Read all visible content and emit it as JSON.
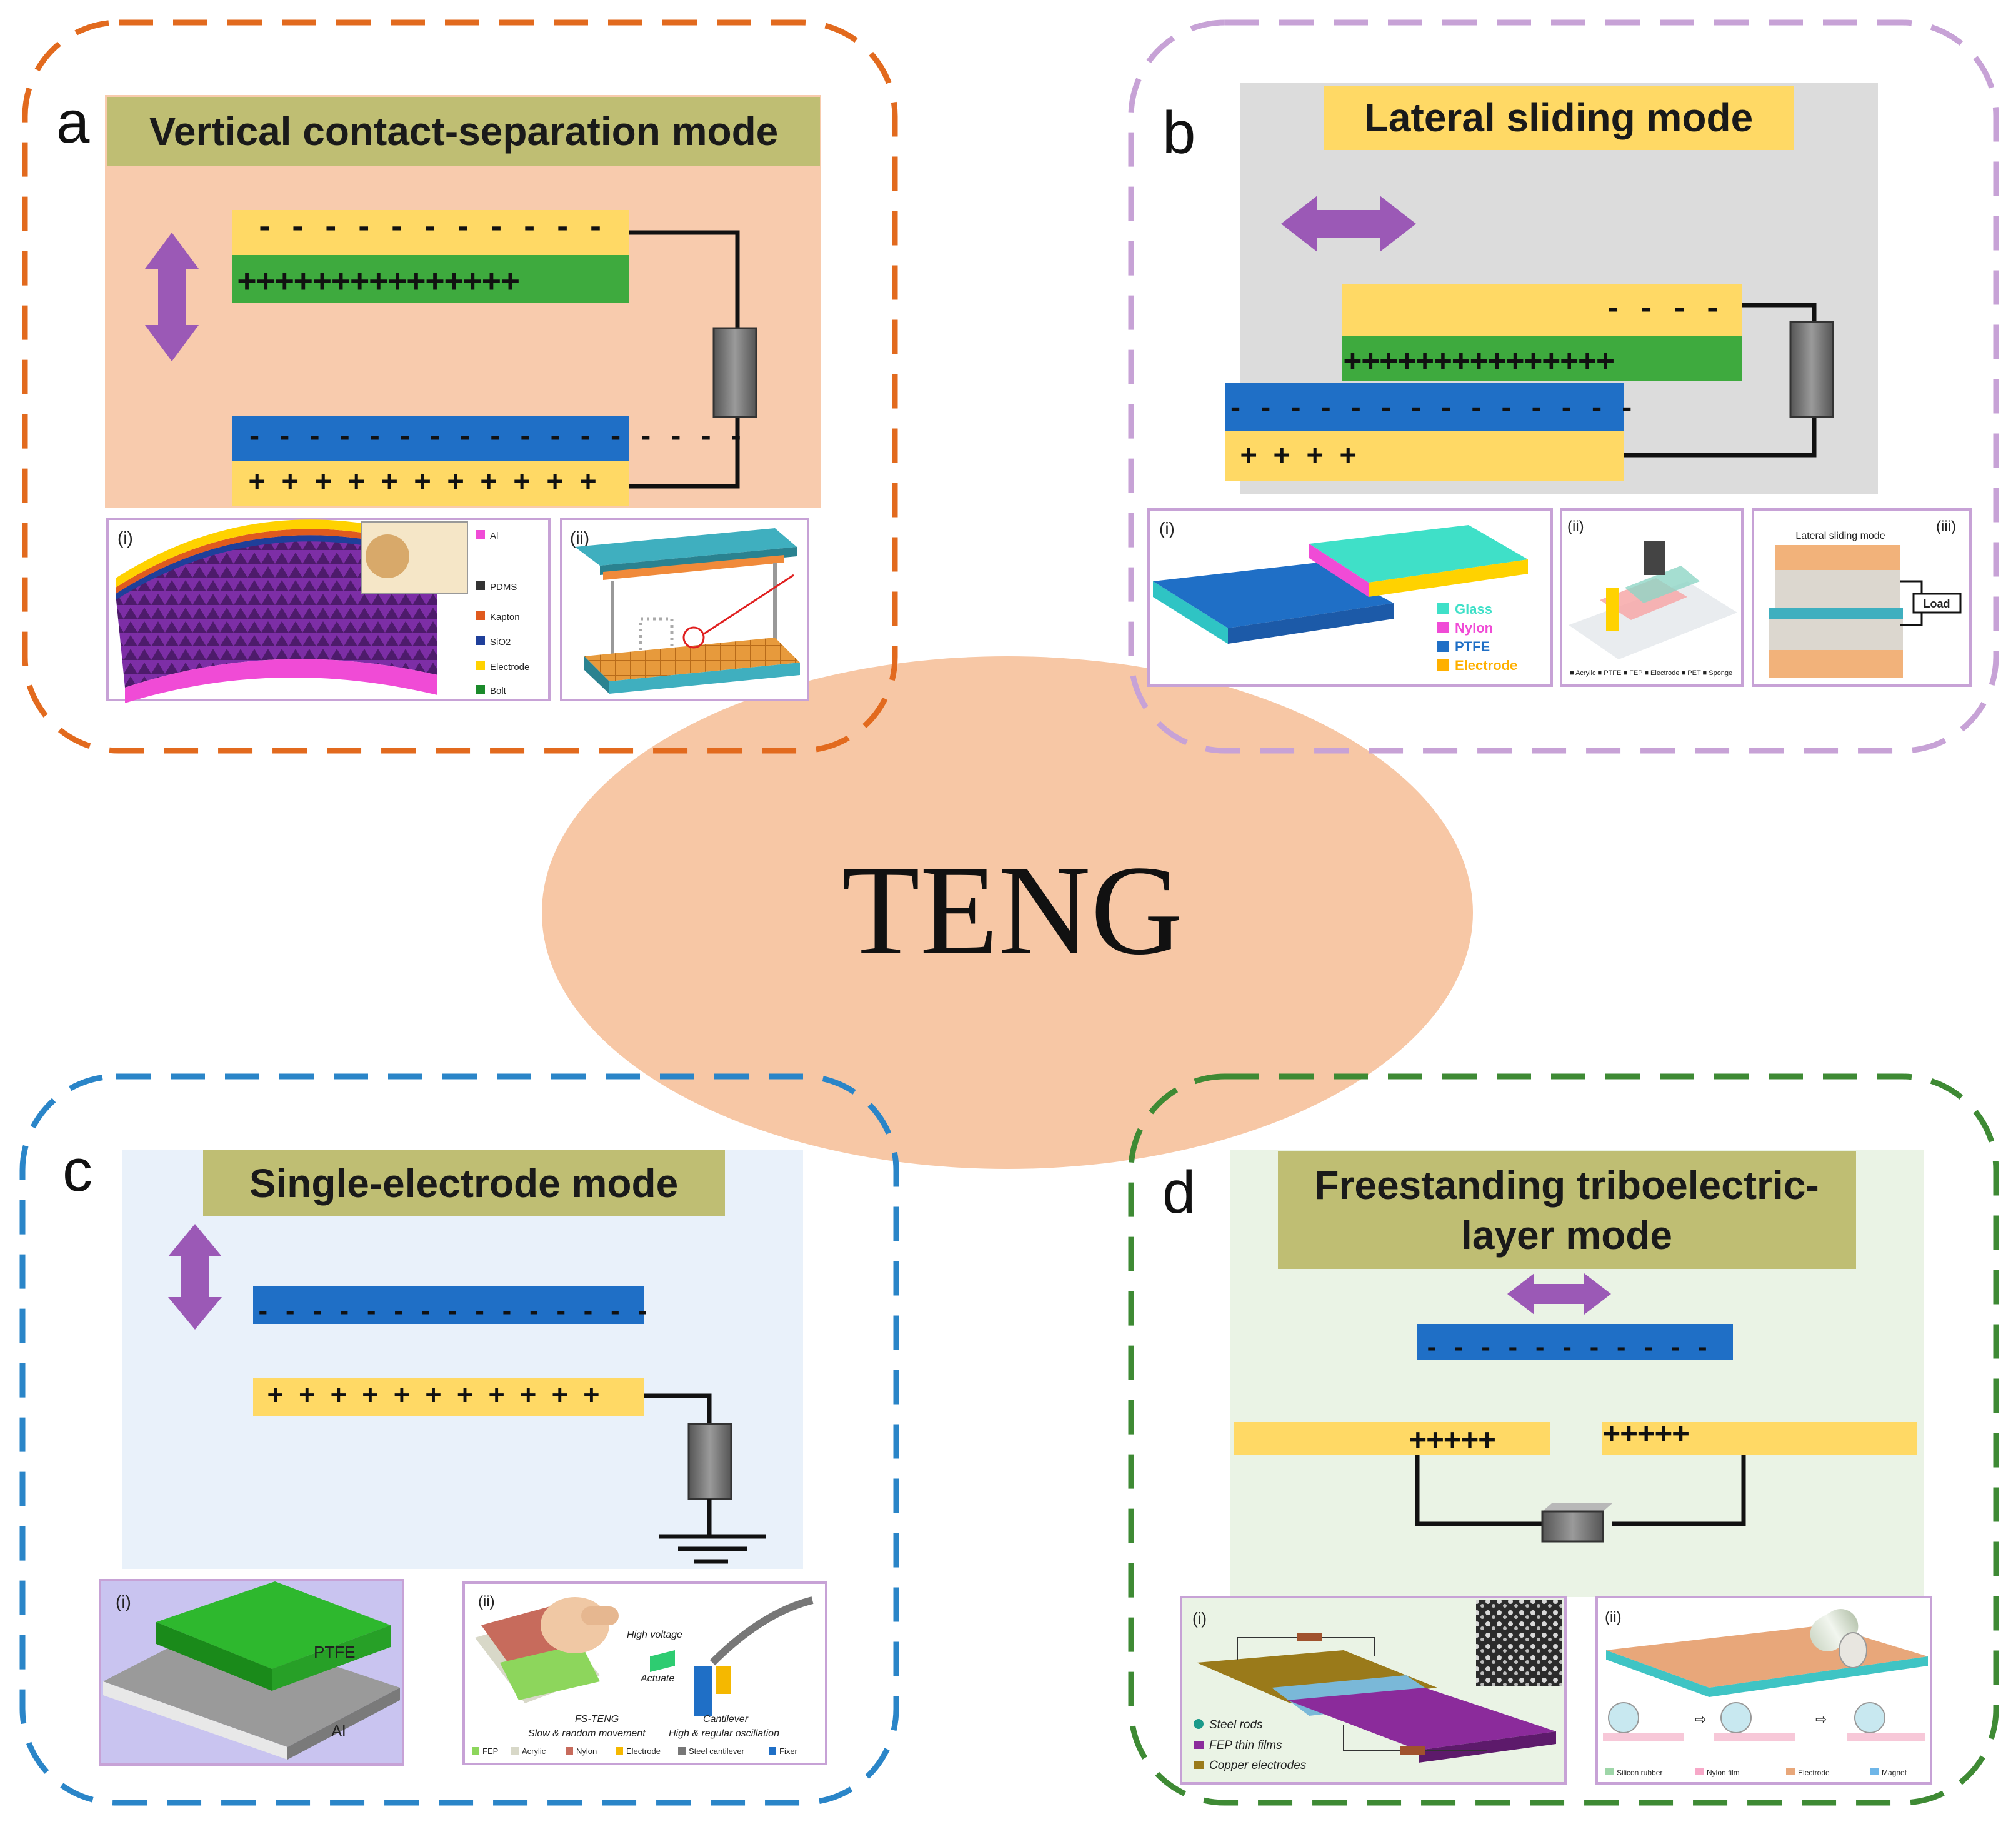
{
  "center": {
    "label": "TENG"
  },
  "panels": {
    "a": {
      "letter": "a",
      "title": "Vertical contact-separation mode",
      "top_neg": "- - - - - - - - - - -",
      "top_pos": "+++++++++++++++",
      "bot_neg": "- - - - - - - - - - - - - - - - -",
      "bot_pos": "+ + + + + + + + + + +",
      "inset_i": "(i)",
      "inset_ii": "(ii)",
      "legend": [
        "Al",
        "PDMS",
        "Kapton",
        "SiO2",
        "Electrode",
        "Bolt"
      ]
    },
    "b": {
      "letter": "b",
      "title": "Lateral sliding mode",
      "top_neg": "- - - -",
      "top_pos": "+++++++++++++++",
      "bot_neg": "- - - - - - - - - - - - - -",
      "bot_pos": "+ + + +",
      "inset_i": "(i)",
      "inset_ii": "(ii)",
      "inset_iii": "(iii)",
      "legend": [
        "Glass",
        "Nylon",
        "PTFE",
        "Electrode"
      ],
      "inset_iii_title": "Lateral sliding mode",
      "load": "Load"
    },
    "c": {
      "letter": "c",
      "title": "Single-electrode mode",
      "neg": "- - - - - - - - - - - - - - -",
      "pos": "+ + + + + + + + + + +",
      "inset_i": "(i)",
      "inset_ii": "(ii)",
      "ptfe": "PTFE",
      "al": "Al",
      "high_voltage": "High voltage",
      "actuate": "Actuate",
      "fs_teng": "FS-TENG",
      "slow": "Slow & random movement",
      "cantilever": "Cantilever",
      "osc": "High & regular oscillation",
      "legend": [
        "FEP",
        "Acrylic",
        "Nylon",
        "Electrode",
        "Steel cantilever",
        "Fixer"
      ]
    },
    "d": {
      "letter": "d",
      "title_line1": "Freestanding triboelectric-",
      "title_line2": "layer  mode",
      "neg": "- - - - - - - - - - -",
      "pos_left": "+++++",
      "pos_right": "+++++",
      "inset_i": "(i)",
      "inset_ii": "(ii)",
      "legend_i": [
        "Steel rods",
        "FEP thin films",
        "Copper electrodes"
      ],
      "legend_ii": [
        "Silicon rubber",
        "Nylon film",
        "Electrode",
        "Magnet"
      ]
    }
  },
  "colors": {
    "orange_dash": "#E26A1E",
    "purple_dash": "#C7A2D6",
    "blue_dash": "#2A85C8",
    "green_dash": "#3E8A34",
    "title_box": "#BFBE73",
    "yellow": "#FFD965",
    "green": "#3EAA3E",
    "blue": "#1F6FC6",
    "purple_arrow": "#9B59B6",
    "ellipse": "#F7C7A5",
    "bg_a": "#F8CBAD",
    "bg_b": "#DCDCDC",
    "bg_c": "#E9F1FA",
    "bg_d": "#EAF3E5"
  }
}
